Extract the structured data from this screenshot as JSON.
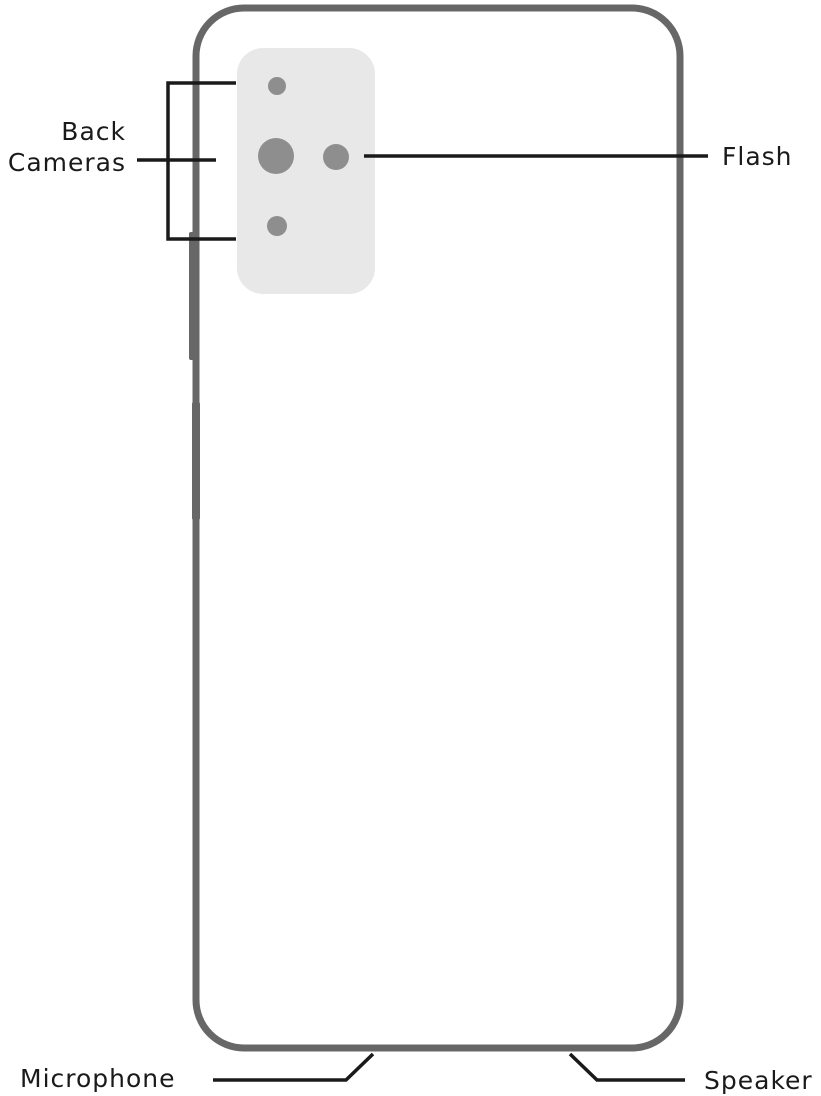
{
  "diagram": {
    "title": "",
    "labels": {
      "back_cameras_line1": "Back",
      "back_cameras_line2": "Cameras",
      "flash": "Flash",
      "microphone": "Microphone",
      "speaker": "Speaker"
    },
    "colors": {
      "phone_outline": "#676767",
      "camera_module": "#e8e8e8",
      "camera_lens": "#8e8e8e",
      "leader_line": "#1a1a1a",
      "text": "#1a1a1a"
    }
  }
}
